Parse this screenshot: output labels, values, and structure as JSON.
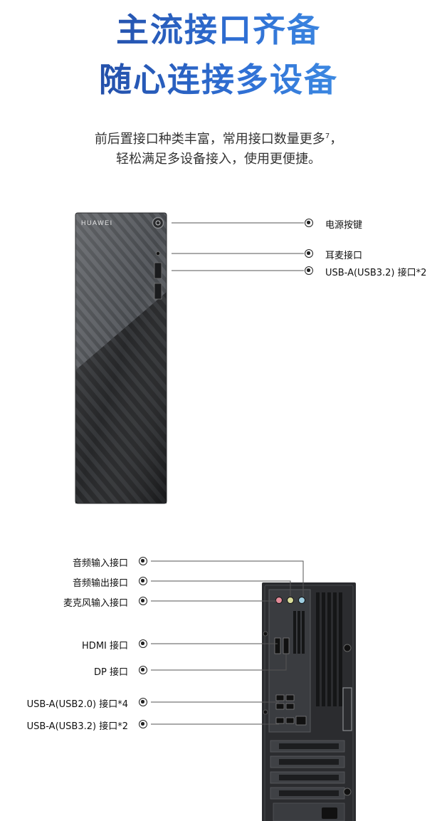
{
  "heading": {
    "line1": "主流接口齐备",
    "line2": "随心连接多设备"
  },
  "description": {
    "line1": "前后置接口种类丰富，常用接口数量更多",
    "line1_sup": "7",
    "line1_tail": "，",
    "line2": "轻松满足多设备接入，使用更便捷。"
  },
  "front_panel": {
    "brand": "HUAWEI",
    "labels": [
      "电源按键",
      "耳麦接口",
      "USB-A(USB3.2) 接口*2"
    ]
  },
  "rear_panel": {
    "labels": [
      "音频输入接口",
      "音频输出接口",
      "麦克风输入接口",
      "HDMI 接口",
      "DP 接口",
      "USB-A(USB2.0) 接口*4",
      "USB-A(USB3.2) 接口*2"
    ]
  },
  "colors": {
    "title_start": "#1c3a8c",
    "title_end": "#4aa3f0",
    "case_front": "#4a4d52",
    "case_rear": "#2b2c2f",
    "audio_in": "#9ecde0",
    "audio_out": "#d9dc9a",
    "mic_in": "#e38a98"
  }
}
